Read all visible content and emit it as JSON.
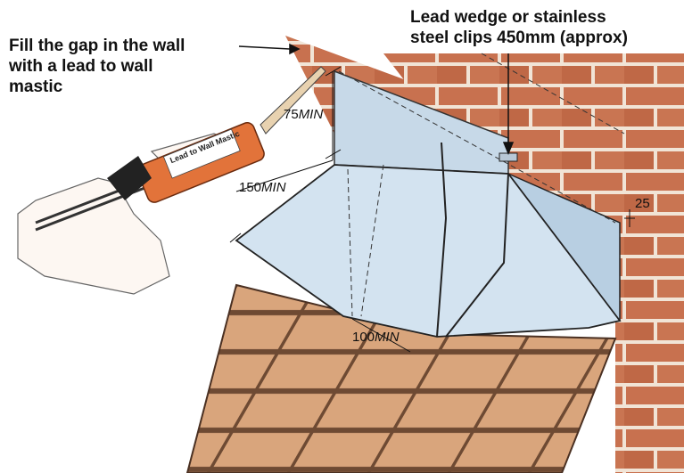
{
  "callouts": {
    "mastic_line1": "Fill the gap in the wall",
    "mastic_line2": "with a lead to wall",
    "mastic_line3": "mastic",
    "clips_line1": "Lead wedge or stainless",
    "clips_line2": "steel clips 450mm (approx)"
  },
  "dimensions": {
    "upstand_num": "75",
    "upstand_unit": "MIN",
    "cover_num": "150",
    "cover_unit": "MIN",
    "lap_num": "100",
    "lap_unit": "MIN",
    "chase_depth": "25"
  },
  "tube_label": "Lead to Wall Mastic",
  "colors": {
    "brick": "#c8714f",
    "mortar": "#f1e4d6",
    "lead": "#c7d9e8",
    "tile": "#d9a57c",
    "gun": "#e2733a"
  }
}
